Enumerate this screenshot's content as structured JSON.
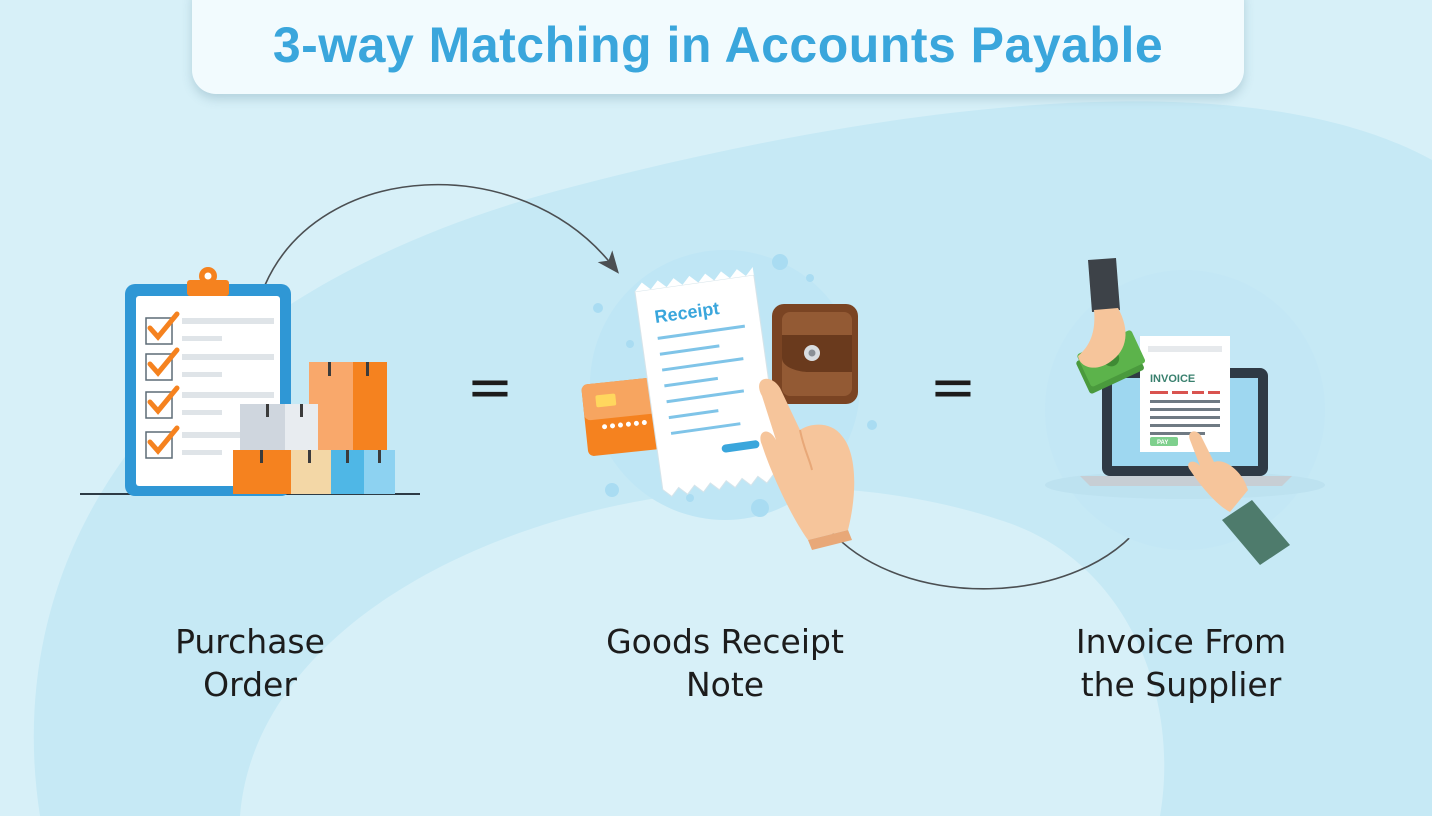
{
  "title": "3-way Matching in Accounts Payable",
  "steps": [
    {
      "line1": "Purchase",
      "line2": "Order",
      "illustration": "clipboard-boxes-illustration"
    },
    {
      "line1": "Goods Receipt",
      "line2": "Note",
      "illustration": "receipt-wallet-illustration"
    },
    {
      "line1": "Invoice From",
      "line2": "the Supplier",
      "illustration": "invoice-laptop-illustration"
    }
  ],
  "operators": [
    "=",
    "="
  ],
  "illustration_text": {
    "receipt": "Receipt",
    "invoice": "INVOICE",
    "pay": "PAY"
  },
  "colors": {
    "background": "#d7f0f8",
    "title": "#3aa6dc",
    "label": "#1c1c1c",
    "orange": "#f5821f",
    "blue": "#2f97d5"
  }
}
